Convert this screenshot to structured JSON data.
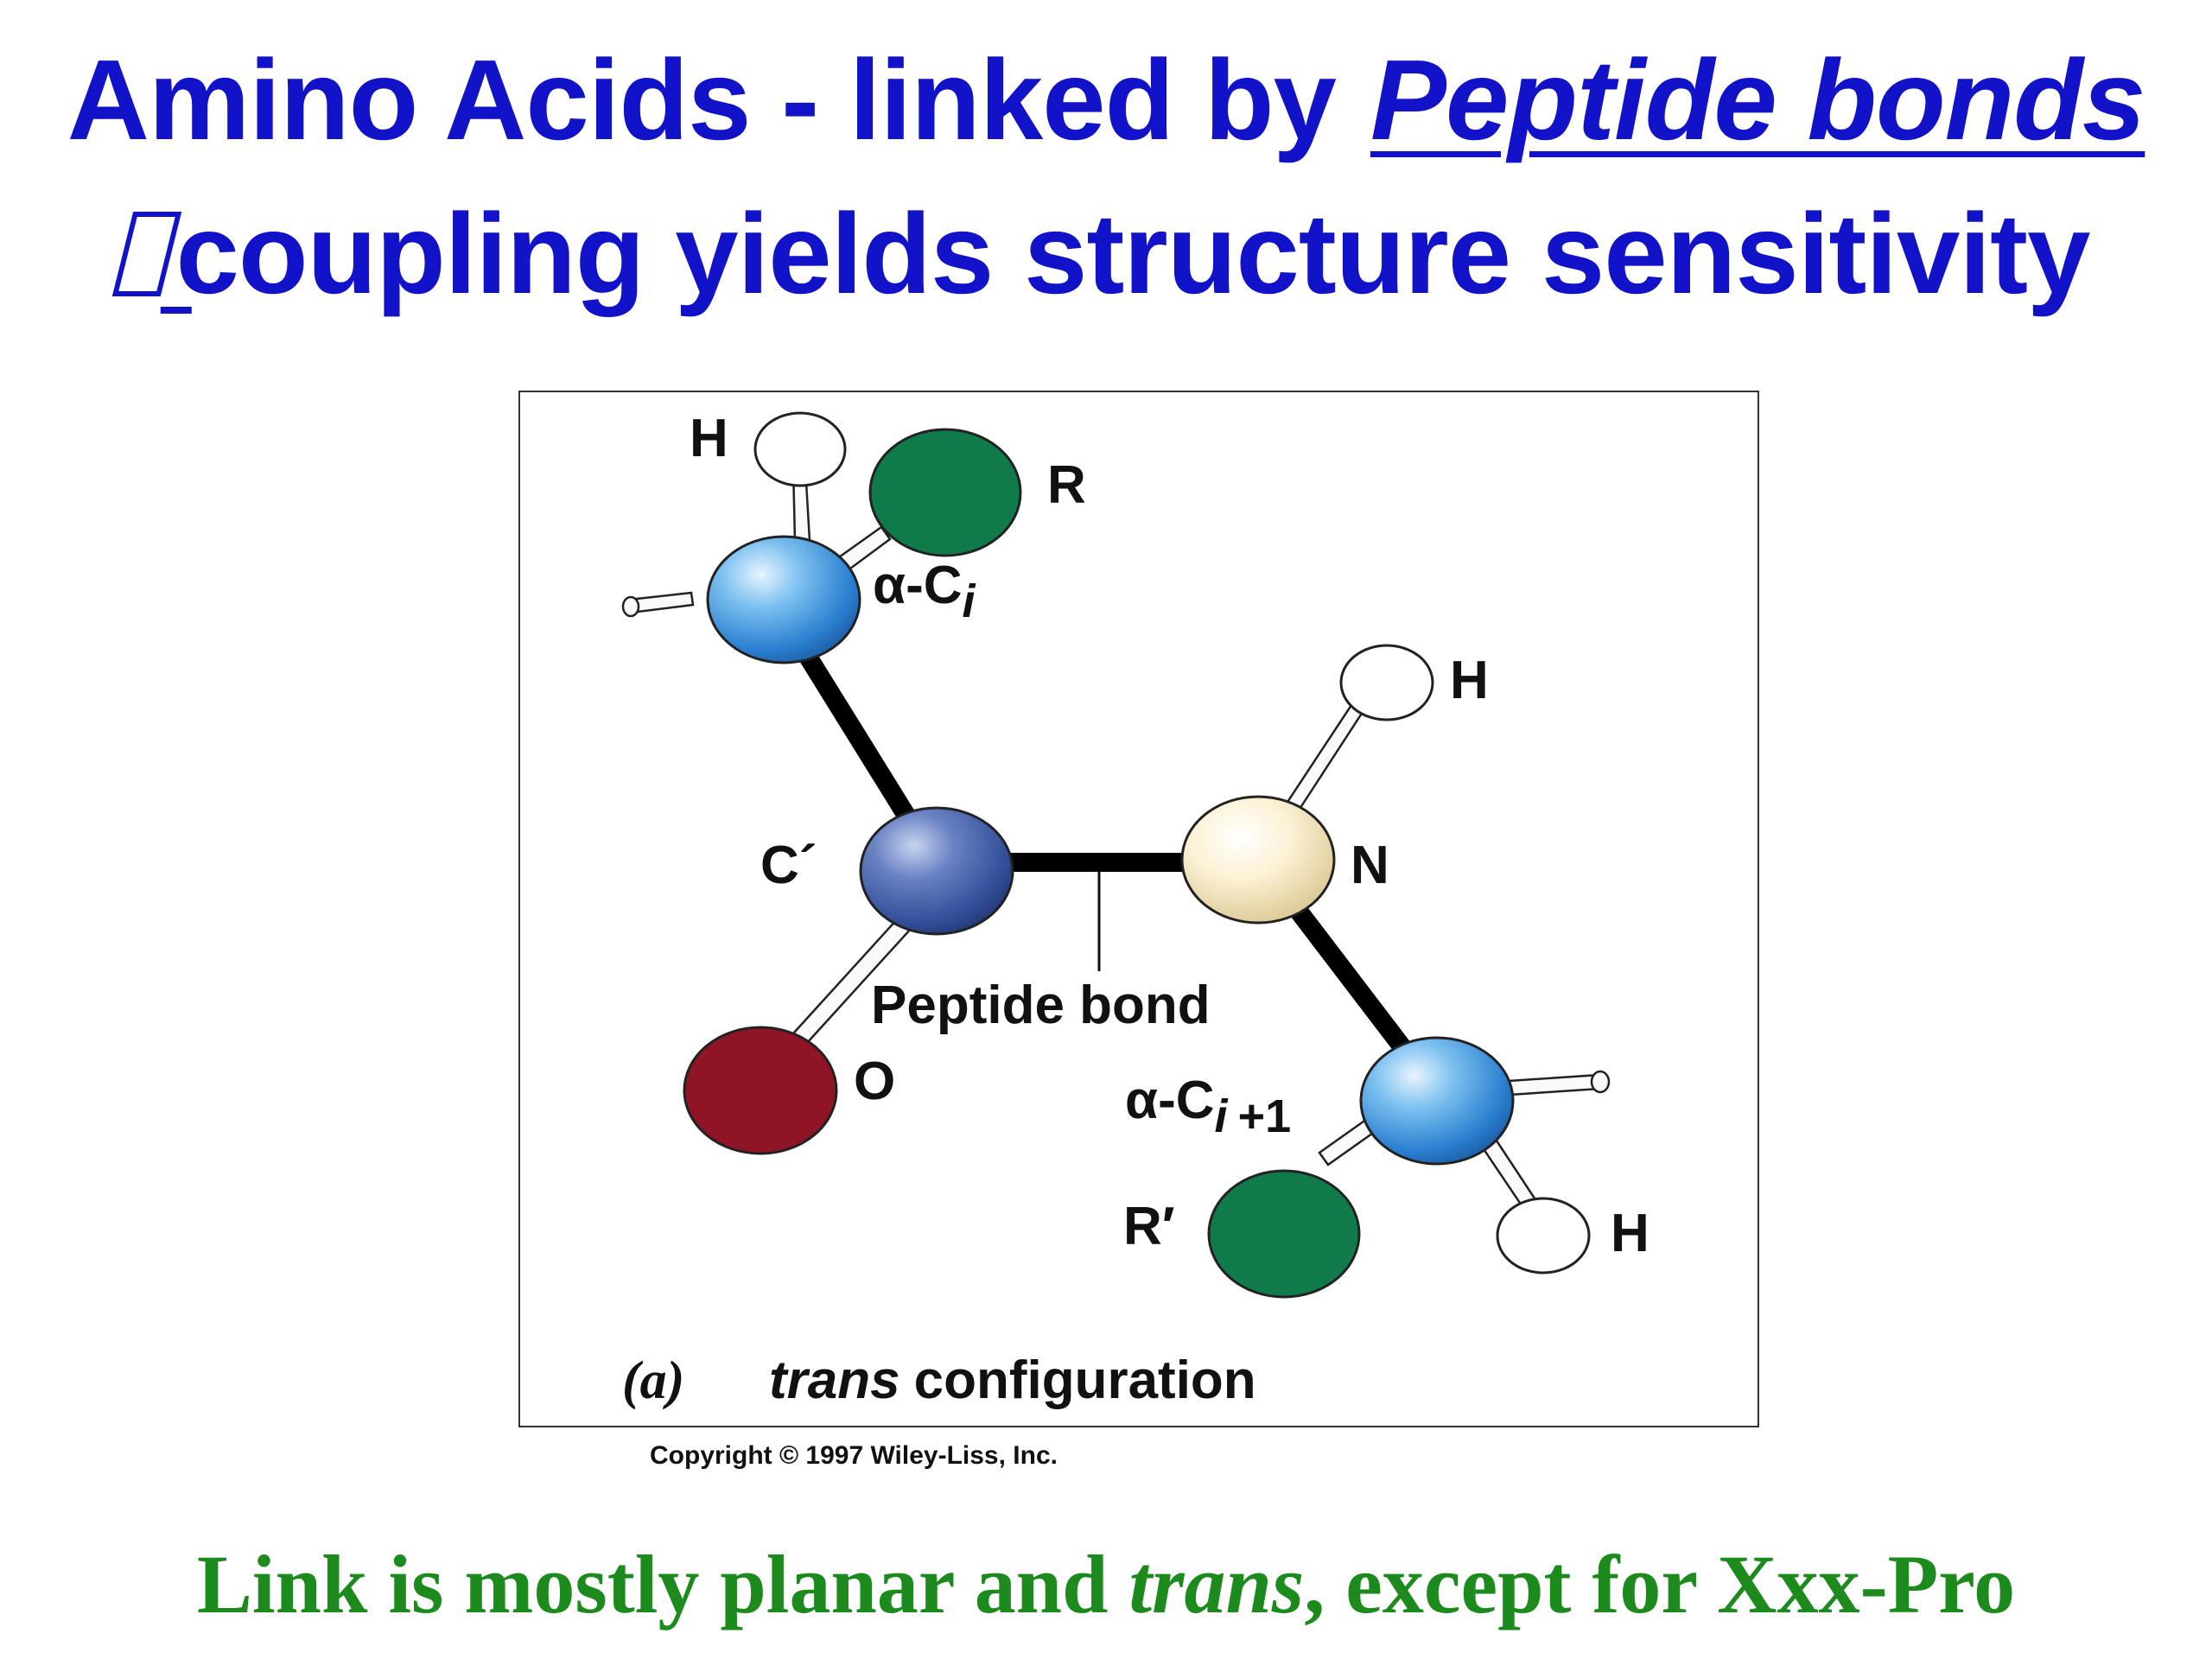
{
  "title": {
    "line1_main": "Amino Acids - linked by",
    "line1_link": "Peptide bonds",
    "line2_text": "coupling yields structure sensitivity"
  },
  "figure": {
    "atoms": {
      "h_top": "H",
      "r": "R",
      "alpha_c_i_prefix": "α-C",
      "alpha_c_i_sub": "i",
      "h_right": "H",
      "c_prime": "C´",
      "n": "N",
      "o": "O",
      "alpha_c_i1_prefix": "α-C",
      "alpha_c_i1_sub": "i",
      "alpha_c_i1_suffix": "+1",
      "r_prime": "R′",
      "h_bottom": "H"
    },
    "peptide_bond_label": "Peptide bond",
    "caption_letter": "(a)",
    "caption_italic": "trans",
    "caption_rest": "configuration"
  },
  "copyright": "Copyright © 1997 Wiley-Liss, Inc.",
  "footer": {
    "part1": "Link is mostly planar and",
    "italic": "trans",
    "part2": ", except for Xxx-Pro"
  },
  "colors": {
    "title": "#1212c8",
    "footer": "#1c8a1c",
    "carbon_alpha": "#3a8fd8",
    "carbon_prime": "#3c5aa8",
    "nitrogen": "#f0e2b8",
    "oxygen": "#8e1426",
    "r_group": "#0f7a4a",
    "hydrogen": "#ffffff"
  }
}
